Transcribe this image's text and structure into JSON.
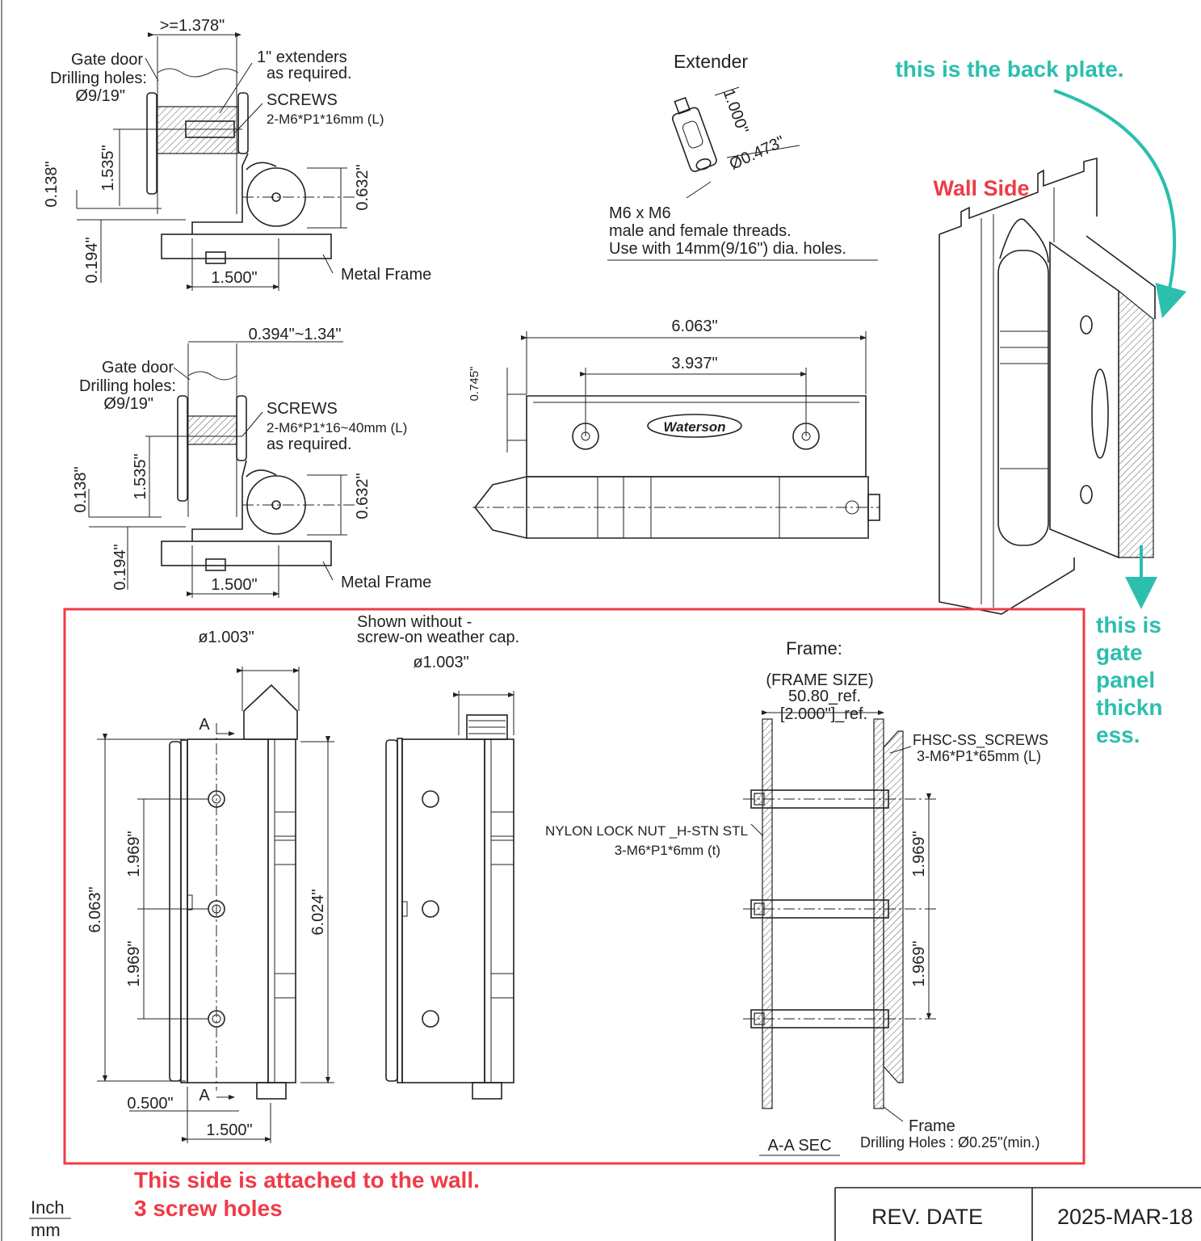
{
  "top_detail": {
    "gap_dim": ">=1.378\"",
    "gate_door": "Gate door",
    "drilling_holes": "Drilling holes:",
    "hole_dia": "Ø9/19\"",
    "extenders_line1": "1\" extenders",
    "extenders_line2": "as required.",
    "screws": "SCREWS",
    "screws_spec": "2-M6*P1*16mm (L)",
    "dim_0138": "0.138\"",
    "dim_1535": "1.535\"",
    "dim_0632": "0.632\"",
    "dim_0194": "0.194\"",
    "dim_1500": "1.500\"",
    "metal_frame": "Metal Frame"
  },
  "mid_detail": {
    "gap_dim": "0.394\"~1.34\"",
    "gate_door": "Gate door",
    "drilling_holes": "Drilling holes:",
    "hole_dia": "Ø9/19\"",
    "screws": "SCREWS",
    "screws_spec": "2-M6*P1*16~40mm (L)",
    "screws_note": "as required.",
    "dim_0138": "0.138\"",
    "dim_1535": "1.535\"",
    "dim_0632": "0.632\"",
    "dim_0194": "0.194\"",
    "dim_1500": "1.500\"",
    "metal_frame": "Metal Frame"
  },
  "extender": {
    "title": "Extender",
    "len_dim": "1.000\"",
    "dia_dim": "Ø0.473\"",
    "note_line1": "M6 x M6",
    "note_line2": "male and female threads.",
    "note_line3": "Use with 14mm(9/16\") dia. holes."
  },
  "front_view": {
    "overall": "6.063\"",
    "hole_spacing": "3.937\"",
    "height": "0.745\"",
    "logo": "Waterson"
  },
  "annotations": {
    "back_plate": "this is the back plate.",
    "wall_side": "Wall Side",
    "gate_panel_1": "this is",
    "gate_panel_2": "gate",
    "gate_panel_3": "panel",
    "gate_panel_4": "thickn",
    "gate_panel_5": "ess.",
    "wall_note_1": "This side is attached to the wall.",
    "wall_note_2": "3 screw holes"
  },
  "bottom_left": {
    "cap_dia_1": "ø1.003\"",
    "cap_dia_2": "ø1.003\"",
    "cap_note_1": "Shown without -",
    "cap_note_2": "screw-on weather cap.",
    "section_mark": "A",
    "dim_6063": "6.063\"",
    "dim_1969_a": "1.969\"",
    "dim_1969_b": "1.969\"",
    "dim_6024": "6.024\"",
    "dim_0500": "0.500\"",
    "dim_1500": "1.500\""
  },
  "frame_section": {
    "title": "Frame:",
    "frame_size": "(FRAME SIZE)",
    "size_mm": "50.80_ref.",
    "size_in": "[2.000\"]_ref.",
    "screws_1": "FHSC-SS_SCREWS",
    "screws_2": "3-M6*P1*65mm (L)",
    "nut_1": "NYLON LOCK NUT _H-STN STL",
    "nut_2": "3-M6*P1*6mm (t)",
    "dim_1969_a": "1.969\"",
    "dim_1969_b": "1.969\"",
    "frame_lbl": "Frame",
    "frame_holes": "Drilling Holes : Ø0.25\"(min.)",
    "section_label": "A-A SEC"
  },
  "title_block": {
    "units_top": "Inch",
    "units_bottom": "mm",
    "rev_label": "REV. DATE",
    "rev_date": "2025-MAR-18"
  },
  "colors": {
    "teal": "#2bbfae",
    "red": "#ef3b47",
    "line": "#222222"
  }
}
